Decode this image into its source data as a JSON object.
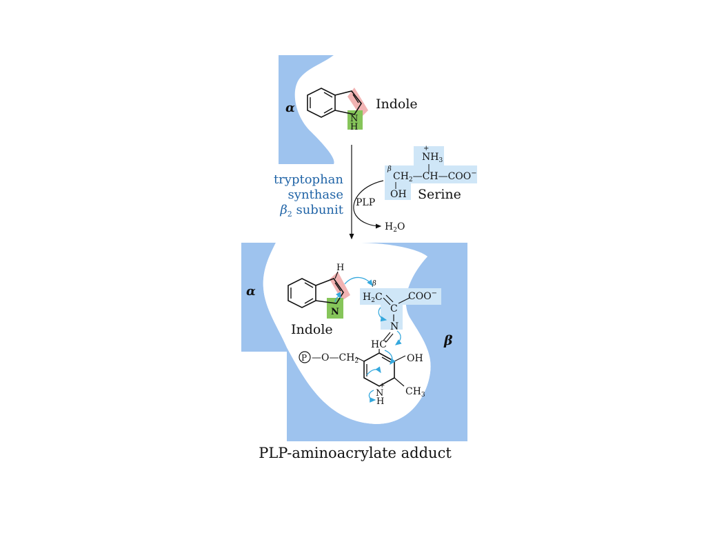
{
  "colors": {
    "protein_blue": "#9ec3ee",
    "substrate_blue": "#cfe6f7",
    "highlight_pink": "#f1b3b3",
    "highlight_green": "#86c55a",
    "label_blue": "#1f63a6",
    "arrow_cyan": "#35a8dd",
    "ink": "#111111"
  },
  "top": {
    "alpha_label": "α",
    "indole_label": "Indole",
    "nh_N": "N",
    "nh_H": "H"
  },
  "reaction": {
    "enzyme_line1": "tryptophan",
    "enzyme_line2": "synthase",
    "enzyme_beta": "β",
    "enzyme_sub": "2",
    "enzyme_rest": " subunit",
    "plp_label": "PLP",
    "water": "H",
    "water_sub": "2",
    "water_o": "O"
  },
  "serine": {
    "label": "Serine",
    "beta": "β",
    "plus": "+",
    "nh3": "NH",
    "nh3_sub": "3",
    "ch2": "CH",
    "ch2_sub": "2",
    "dash_ch": "—CH—COO",
    "minus": "−",
    "oh": "OH"
  },
  "bottom": {
    "alpha_label": "α",
    "beta_label": "β",
    "indole_label": "Indole",
    "h_top": "H",
    "n_label": "N",
    "h2c": "H",
    "h2c_sub": "2",
    "h2c_c": "C",
    "beta_small": "β",
    "coo": "COO",
    "coo_minus": "−",
    "c_center": "C",
    "n_imine": "N",
    "hc": "HC",
    "p_circle": "P",
    "o_ch2": "—O—CH",
    "o_ch2_sub": "2",
    "oh": "OH",
    "nh_plus": "+",
    "nh_N": "N",
    "nh_H": "H",
    "ch3": "CH",
    "ch3_sub": "3",
    "caption": "PLP-aminoacrylate adduct"
  }
}
